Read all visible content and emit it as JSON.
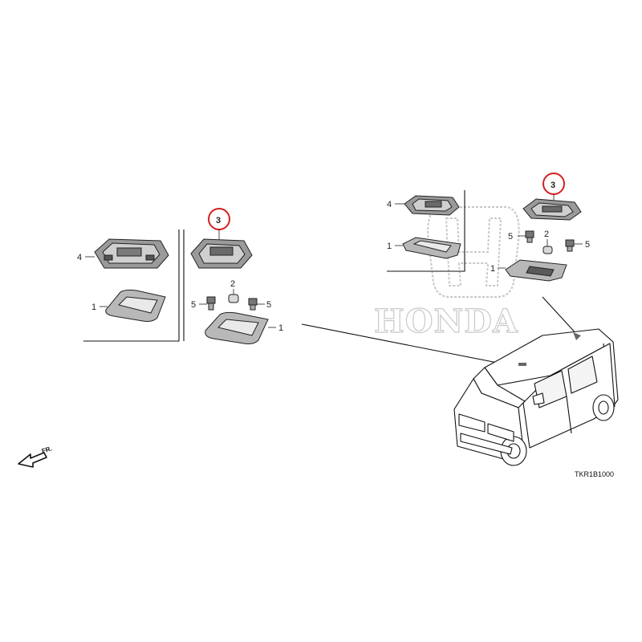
{
  "watermark": {
    "brand_text": "HONDA",
    "logo_icon": "honda-h-logo"
  },
  "callouts": {
    "left_group": [
      {
        "label": "4"
      },
      {
        "label": "1"
      }
    ],
    "middle_group": [
      {
        "label": "3",
        "highlighted": true
      },
      {
        "label": "2"
      },
      {
        "label": "5"
      },
      {
        "label": "5"
      },
      {
        "label": "1"
      }
    ],
    "right_group_a": [
      {
        "label": "4"
      },
      {
        "label": "1"
      }
    ],
    "right_group_b": [
      {
        "label": "3",
        "highlighted": true
      },
      {
        "label": "2"
      },
      {
        "label": "5"
      },
      {
        "label": "5"
      },
      {
        "label": "1"
      }
    ]
  },
  "direction_indicator": {
    "label": "FR.",
    "icon": "arrow-left-icon"
  },
  "diagram_code": "TKR1B1000",
  "colors": {
    "highlight_circle": "#d42020",
    "line": "#111111",
    "watermark": "#c9c9c9"
  }
}
